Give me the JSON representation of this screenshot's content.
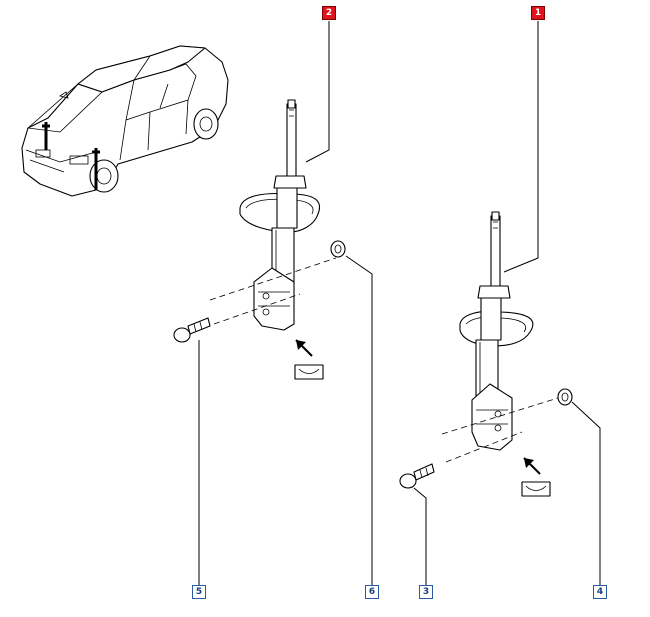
{
  "callouts": [
    {
      "id": "c2",
      "label": "2",
      "style": "red"
    },
    {
      "id": "c1",
      "label": "1",
      "style": "red"
    },
    {
      "id": "c5",
      "label": "5",
      "style": "blue"
    },
    {
      "id": "c6",
      "label": "6",
      "style": "blue"
    },
    {
      "id": "c3",
      "label": "3",
      "style": "blue"
    },
    {
      "id": "c4",
      "label": "4",
      "style": "blue"
    }
  ],
  "colors": {
    "callout_red": "#e0141e",
    "callout_blue_border": "#2a5aa0",
    "callout_blue_text": "#1b3f7a",
    "line": "#000000",
    "background": "#ffffff"
  },
  "icons": {
    "vehicle": "sedan-car-icon",
    "strut": "shock-absorber-strut",
    "bolt": "bolt-icon",
    "nut": "nut-icon",
    "view": "view-direction-arrow-icon"
  }
}
